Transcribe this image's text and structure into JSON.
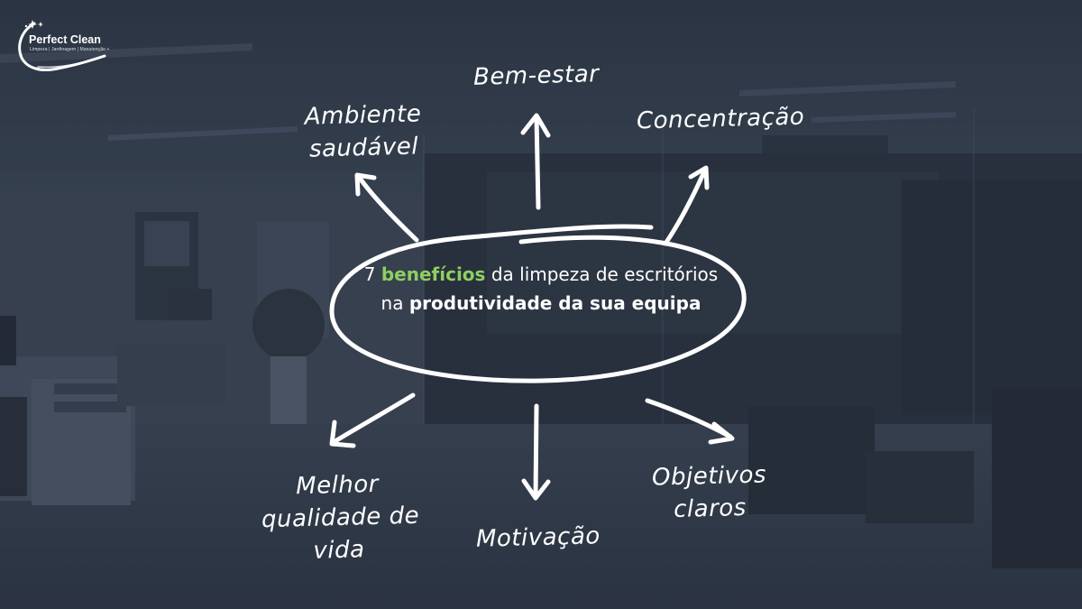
{
  "brand": {
    "name": "Perfect Clean",
    "tagline": "Limpeza | Jardinagem | Manutenção +"
  },
  "center": {
    "part1": "7 ",
    "highlight": "benefícios",
    "part2": " da limpeza de escritórios na ",
    "bold": "produtividade da sua equipa"
  },
  "benefits": {
    "bem_estar": "Bem-estar",
    "concentracao": "Concentração",
    "ambiente_l1": "Ambiente",
    "ambiente_l2": "saudável",
    "melhor_l1": "Melhor",
    "melhor_l2": "qualidade de",
    "melhor_l3": "vida",
    "motivacao": "Motivação",
    "objetivos_l1": "Objetivos",
    "objetivos_l2": "claros"
  },
  "colors": {
    "background": "#2e3846",
    "accent": "#8fcf5f",
    "text": "#ffffff"
  }
}
